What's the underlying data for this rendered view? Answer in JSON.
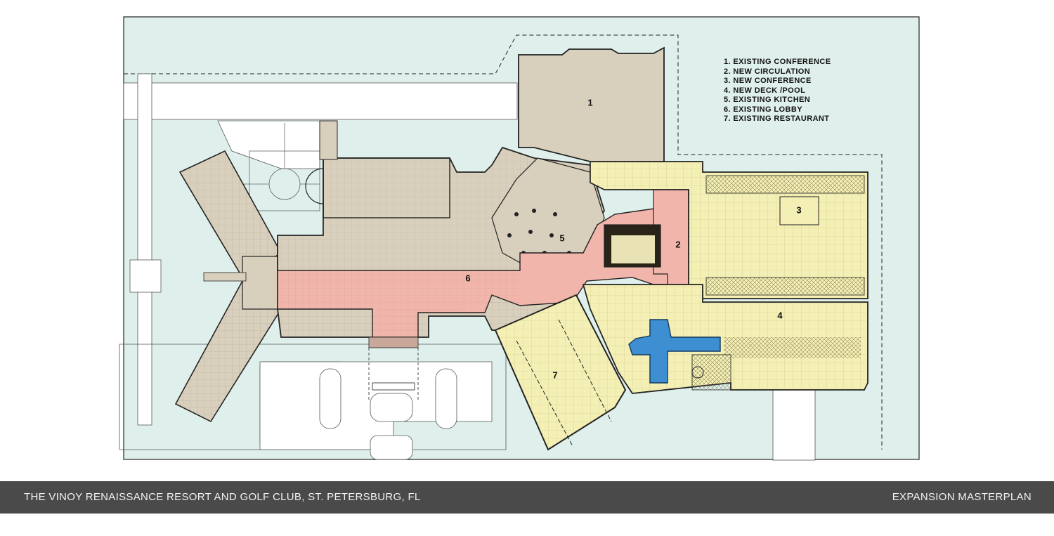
{
  "diagram": {
    "zone_labels": {
      "z1": "1",
      "z2": "2",
      "z3": "3",
      "z4": "4",
      "z5": "5",
      "z6": "6",
      "z7": "7"
    },
    "legend": [
      "1. EXISTING CONFERENCE",
      "2. NEW CIRCULATION",
      "3. NEW CONFERENCE",
      "4. NEW DECK /POOL",
      "5. EXISTING KITCHEN",
      "6. EXISTING LOBBY",
      "7. EXISTING RESTAURANT"
    ],
    "colors": {
      "site": "#dff0ec",
      "existing": "#d9cfbd",
      "new_yellow": "#f4efb4",
      "circulation": "#f2b5ac",
      "pool": "#3d8fd1",
      "paving": "#ffffff",
      "outline": "#222222"
    }
  },
  "footer": {
    "title": "THE VINOY RENAISSANCE RESORT AND GOLF CLUB, ST. PETERSBURG, FL",
    "right": "EXPANSION MASTERPLAN"
  }
}
